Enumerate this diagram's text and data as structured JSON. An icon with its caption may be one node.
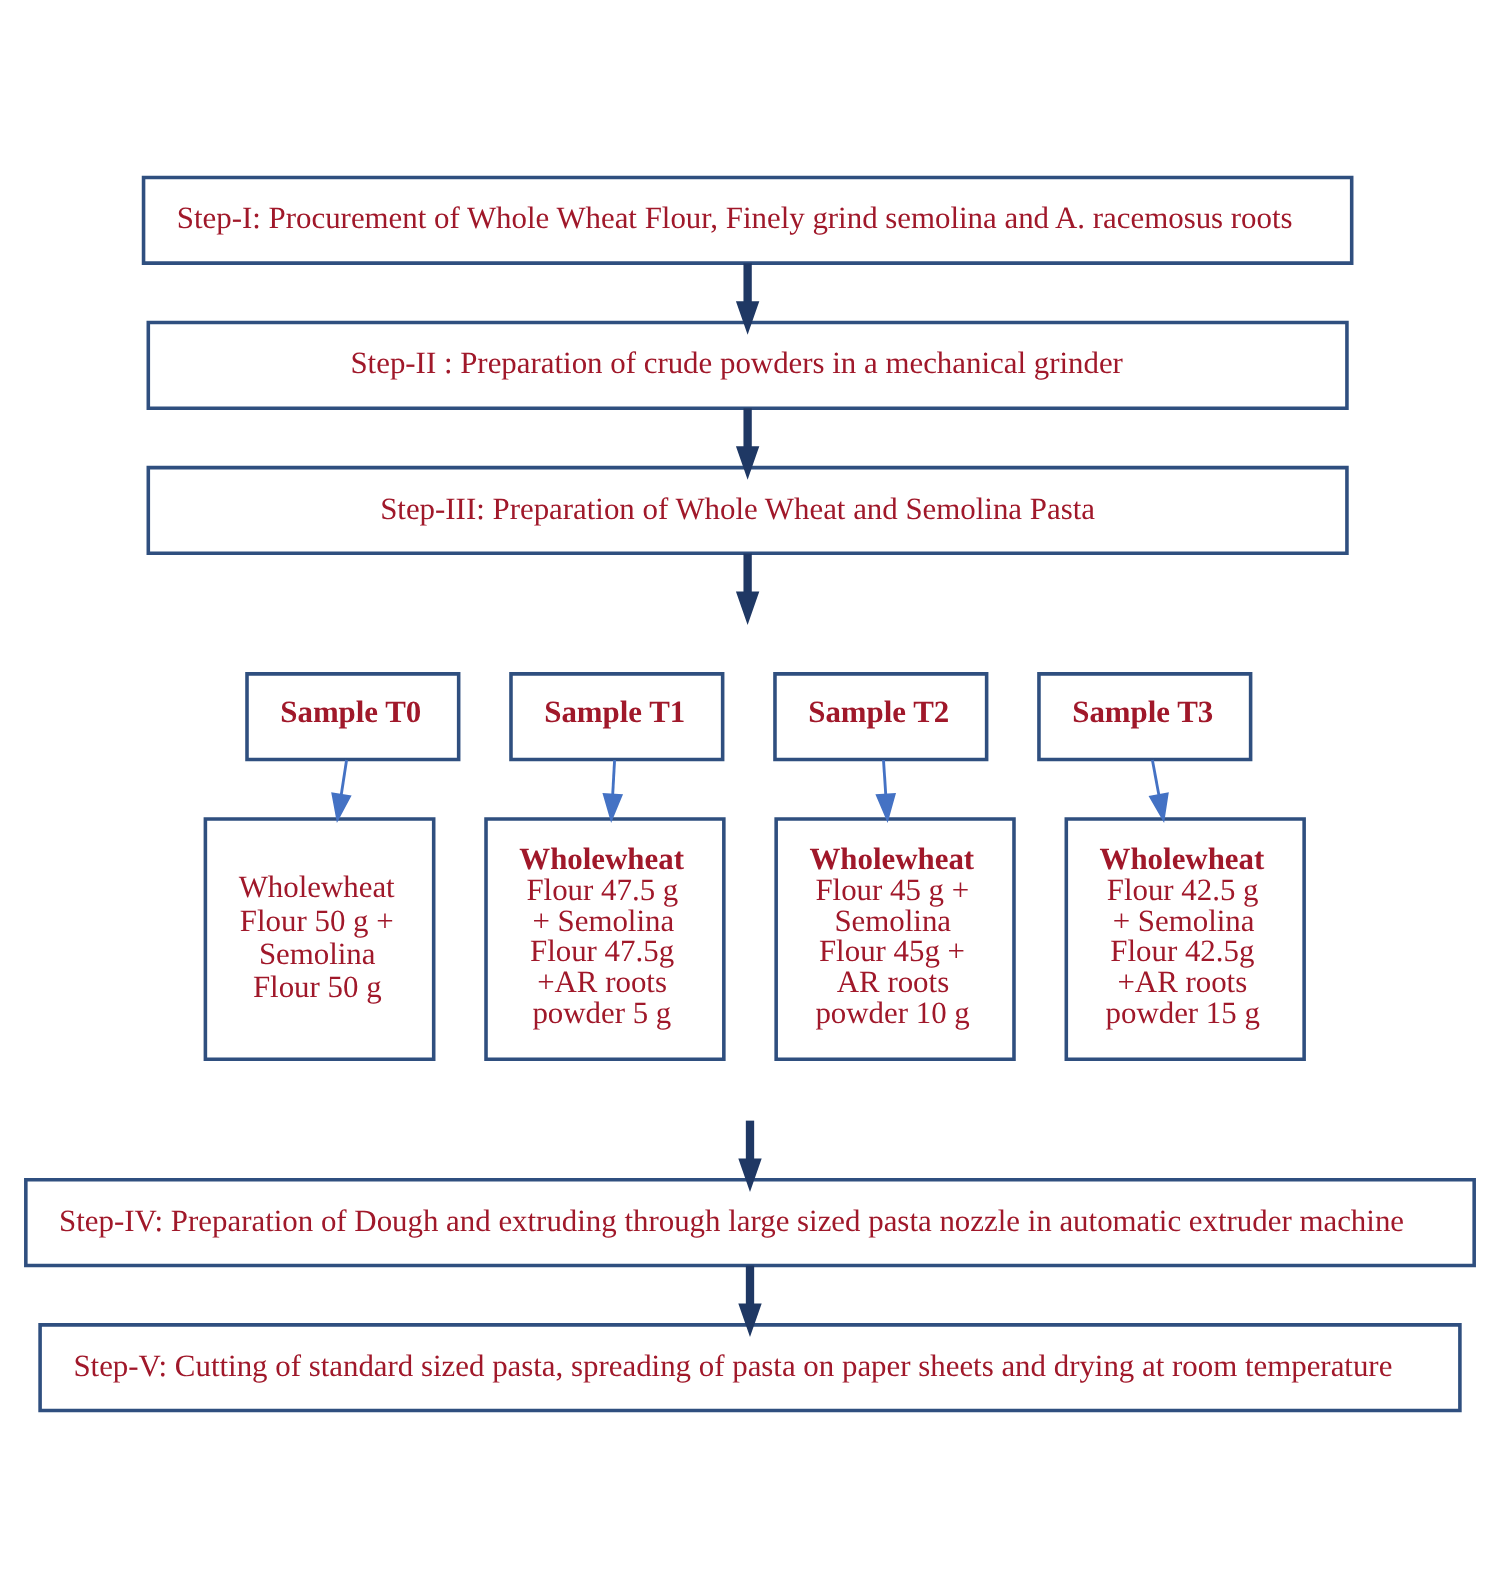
{
  "diagram": {
    "nodes": [
      {
        "text": [
          "Step-I: Procurement of Whole Wheat Flour, Finely grind semolina and A. racemosus roots"
        ]
      },
      {
        "text": [
          "Step-II : Preparation of crude powders in a mechanical grinder"
        ]
      },
      {
        "text": [
          "Step-III: Preparation of Whole Wheat and Semolina Pasta"
        ]
      },
      {
        "text": [
          "Sample T0"
        ]
      },
      {
        "text": [
          "Sample T1"
        ]
      },
      {
        "text": [
          "Sample T2"
        ]
      },
      {
        "text": [
          "Sample T3"
        ]
      },
      {
        "text": [
          "Wholewheat Flour 50 g + Semolina Flour 50 g"
        ]
      },
      {
        "text": [
          "**Wholewheat** Flour 47.5 g + Semolina Flour 47.5g +AR roots powder 5 g"
        ]
      },
      {
        "text": [
          "**Wholewheat** Flour 45 g + Semolina Flour 45g + AR roots powder 10 g"
        ]
      },
      {
        "text": [
          "**Wholewheat** Flour 42.5 g + Semolina Flour 42.5g +AR roots powder 15 g"
        ]
      },
      {
        "text": [
          "Step-IV: Preparation of Dough and extruding through large sized pasta nozzle in automatic extruder machine"
        ]
      },
      {
        "text": [
          "Step-V: Cutting of standard sized pasta, spreading of pasta on paper sheets and drying at room temperature"
        ]
      }
    ],
    "edges": [
      {
        "from": 0,
        "to": 1,
        "arrow": "to"
      },
      {
        "from": 1,
        "to": 2,
        "arrow": "to"
      },
      {
        "from": 2,
        "to": null,
        "arrow": "to"
      },
      {
        "from": 3,
        "to": 7,
        "arrow": "to",
        "color": "#4472c4"
      },
      {
        "from": 4,
        "to": 8,
        "arrow": "to",
        "color": "#4472c4"
      },
      {
        "from": 5,
        "to": 9,
        "arrow": "to",
        "color": "#4472c4"
      },
      {
        "from": 6,
        "to": 10,
        "arrow": "to",
        "color": "#4472c4"
      },
      {
        "from": null,
        "to": 11,
        "arrow": "to"
      },
      {
        "from": 11,
        "to": 12,
        "arrow": "to"
      }
    ]
  }
}
